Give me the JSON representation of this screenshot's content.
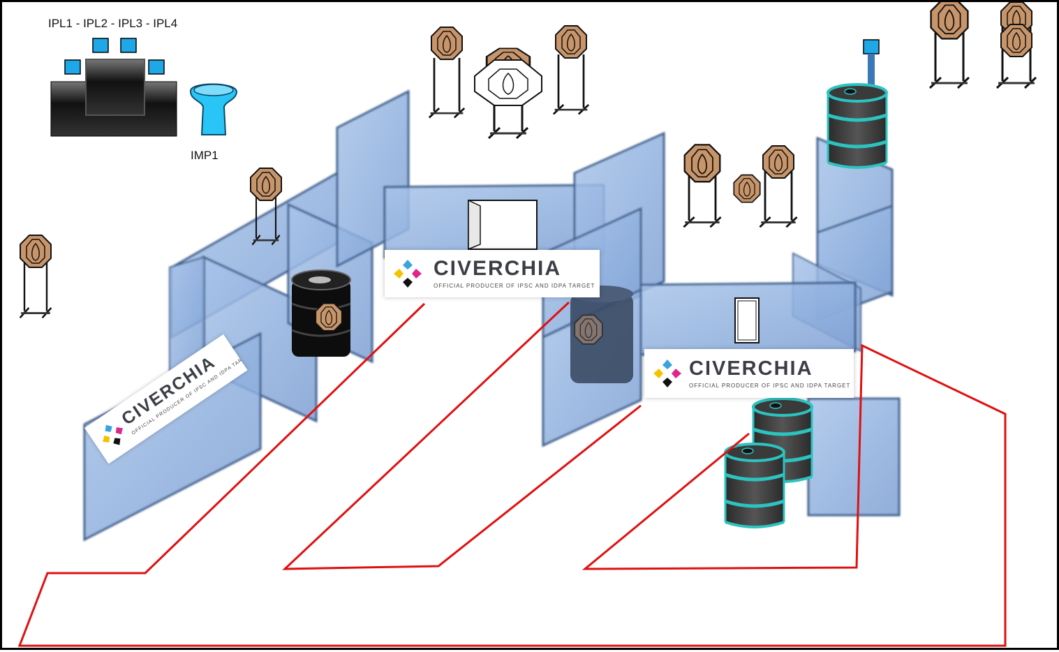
{
  "stage": {
    "equipment_label": "IPL1 - IPL2 - IPL3 - IPL4",
    "imp_label": "IMP1"
  },
  "signs": [
    {
      "brand": "CIVERCHIA",
      "tagline": "OFFICIAL PRODUCER OF IPSC AND IDPA TARGET"
    },
    {
      "brand": "CIVERCHIA",
      "tagline": "OFFICIAL PRODUCER OF IPSC AND IDPA TARGET"
    },
    {
      "brand": "CIVERCHIA",
      "tagline": "OFFICIAL PRODUCER OF IPSC AND IDPA TARGET"
    }
  ],
  "colors": {
    "fault_line": "#e01010",
    "wall_fill": "#8fb2e0",
    "wall_edge": "#3d5f8c",
    "target_fill": "#c8956a",
    "barrel_teal": "#2cc3c0",
    "barrel_body": "#3f3f3f",
    "equipment_blue": "#1ea8e8"
  }
}
